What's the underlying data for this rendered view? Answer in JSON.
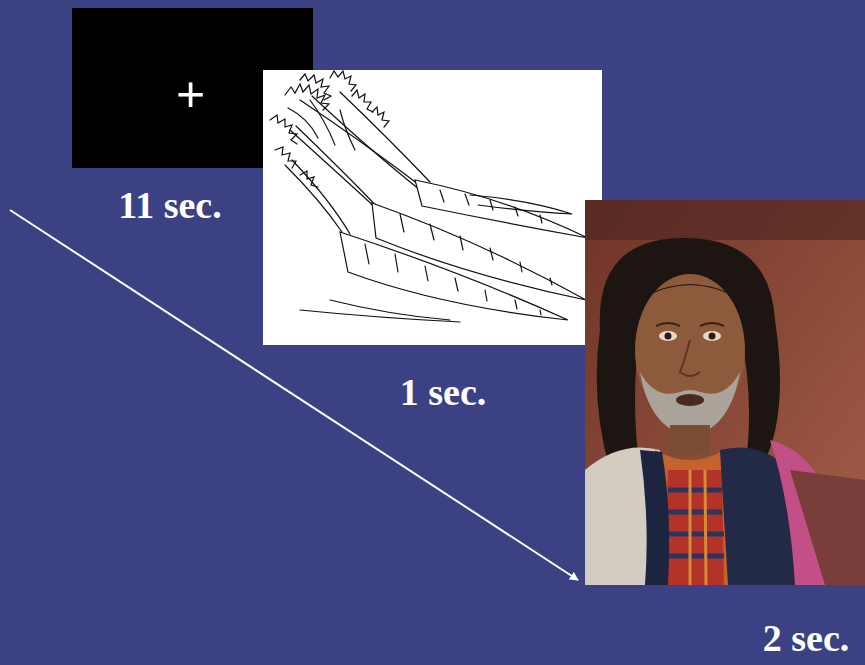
{
  "diagram": {
    "nodes": [
      {
        "text": [
          "+"
        ]
      }
    ],
    "labels": [
      "11 sec.",
      "1 sec.",
      "2 sec."
    ]
  }
}
